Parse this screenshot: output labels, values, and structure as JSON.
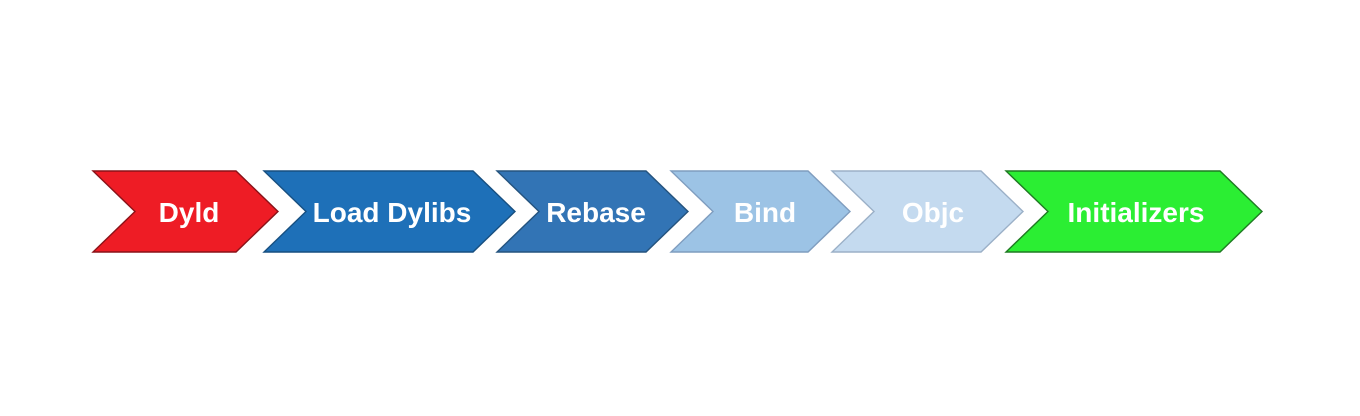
{
  "diagram": {
    "type": "chevron-process-flow",
    "background": "#ffffff",
    "steps": [
      {
        "label": "Dyld",
        "fill": "#ee1c25",
        "stroke": "#8a1218",
        "text_color": "#ffffff"
      },
      {
        "label": "Load Dylibs",
        "fill": "#1e70b8",
        "stroke": "#174f80",
        "text_color": "#ffffff"
      },
      {
        "label": "Rebase",
        "fill": "#3274b5",
        "stroke": "#24537e",
        "text_color": "#ffffff"
      },
      {
        "label": "Bind",
        "fill": "#9cc3e5",
        "stroke": "#7f9dbf",
        "text_color": "#ffffff"
      },
      {
        "label": "Objc",
        "fill": "#c4daef",
        "stroke": "#9bb0c7",
        "text_color": "#ffffff"
      },
      {
        "label": "Initializers",
        "fill": "#2bee33",
        "stroke": "#1f7a22",
        "text_color": "#ffffff"
      }
    ]
  }
}
